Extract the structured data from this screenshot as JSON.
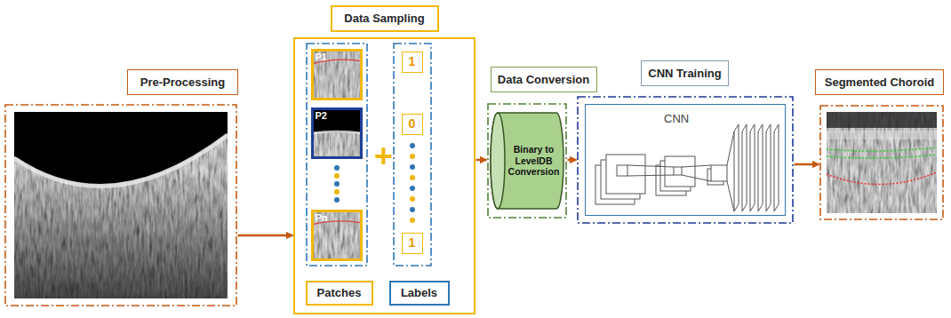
{
  "diagram": {
    "nodes": [
      {
        "text": [
          "Pre-Processing"
        ]
      },
      {
        "text": [
          "Data Sampling"
        ]
      },
      {
        "text": [
          "Patches"
        ],
        "in": 1
      },
      {
        "text": [
          "P1"
        ],
        "in": 2
      },
      {
        "text": [
          "P2"
        ],
        "in": 2
      },
      {
        "text": [
          "Pn"
        ],
        "in": 2
      },
      {
        "text": [
          "Labels"
        ],
        "in": 1
      },
      {
        "text": [
          "1"
        ],
        "in": 6
      },
      {
        "text": [
          "0"
        ],
        "in": 6
      },
      {
        "text": [
          "1"
        ],
        "in": 6
      },
      {
        "text": [
          "Data Conversion"
        ]
      },
      {
        "text": [
          "Binary to LevelDB Conversion"
        ],
        "in": 10
      },
      {
        "text": [
          "CNN Training"
        ]
      },
      {
        "text": [
          "CNN"
        ],
        "in": 12
      },
      {
        "text": [
          "Segmented Choroid"
        ]
      }
    ],
    "edges": [
      {
        "from": 0,
        "to": 1,
        "arrow": "to"
      },
      {
        "from": 1,
        "to": 10,
        "arrow": "to"
      },
      {
        "from": 10,
        "to": 12,
        "arrow": "to"
      },
      {
        "from": 12,
        "to": 14,
        "arrow": "to"
      }
    ],
    "labels": [
      "+"
    ]
  }
}
